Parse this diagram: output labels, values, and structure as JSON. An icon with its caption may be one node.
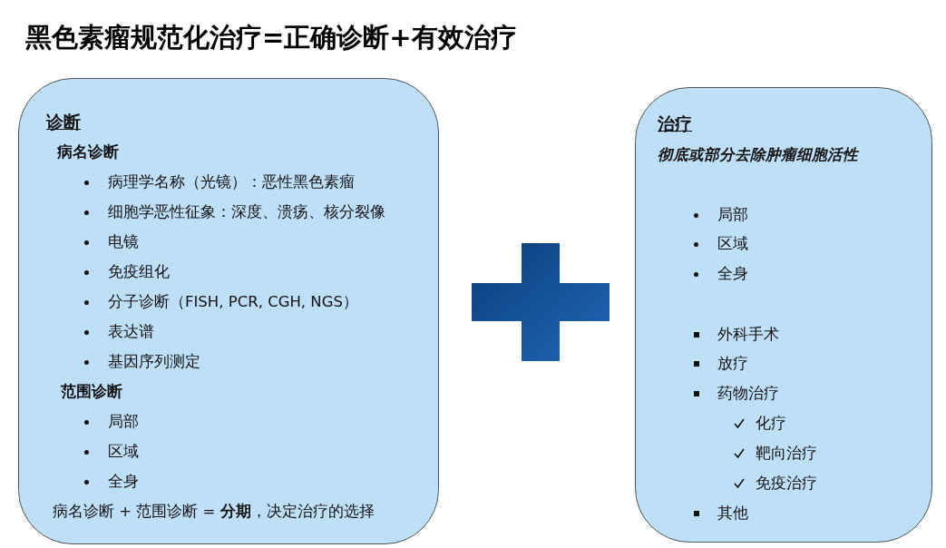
{
  "diagram": {
    "title": "黑色素瘤规范化治疗=正确诊断+有效治疗",
    "nodes": [
      {
        "text": [
          "诊断",
          "病名诊断",
          "病理学名称（光镜）：恶性黑色素瘤",
          "细胞学恶性征象：深度、溃疡、核分裂像",
          "电镜",
          "免疫组化",
          "分子诊断（FISH, PCR, CGH, NGS）",
          "表达谱",
          "基因序列测定",
          "范围诊断",
          "局部",
          "区域",
          "全身",
          "病名诊断 + 范围诊断 = **分期**，决定治疗的选择"
        ]
      },
      {
        "text": [
          "治疗",
          "彻底或部分去除肿瘤细胞活性",
          "局部",
          "区域",
          "全身",
          "外科手术",
          "放疗",
          "药物治疗",
          "化疗",
          "靶向治疗",
          "免疫治疗",
          "其他"
        ]
      }
    ]
  }
}
